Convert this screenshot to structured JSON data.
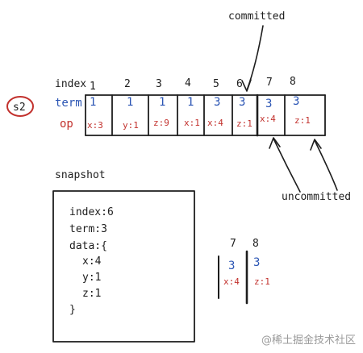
{
  "log": {
    "node_label": "s2",
    "row_labels": {
      "index": "index",
      "term": "term",
      "op": "op"
    },
    "entries": [
      {
        "index": "1",
        "term": "1",
        "op": "x:3"
      },
      {
        "index": "2",
        "term": "1",
        "op": "y:1"
      },
      {
        "index": "3",
        "term": "1",
        "op": "z:9"
      },
      {
        "index": "4",
        "term": "1",
        "op": "x:1"
      },
      {
        "index": "5",
        "term": "3",
        "op": "x:4"
      },
      {
        "index": "6",
        "term": "3",
        "op": "z:1"
      },
      {
        "index": "7",
        "term": "3",
        "op": "x:4"
      },
      {
        "index": "8",
        "term": "3",
        "op": "z:1"
      }
    ]
  },
  "annotations": {
    "committed": "committed",
    "uncommitted": "uncommitted"
  },
  "snapshot": {
    "title": "snapshot",
    "lines": [
      "index:6",
      "term:3",
      "data:{",
      "x:4",
      "y:1",
      "z:1",
      "}"
    ]
  },
  "remaining_log": {
    "entries": [
      {
        "index": "7",
        "term": "3",
        "op": "x:4"
      },
      {
        "index": "8",
        "term": "3",
        "op": "z:1"
      }
    ]
  },
  "watermark": "@稀土掘金技术社区",
  "colors": {
    "ink": "#1d1d1d",
    "term": "#2b55b4",
    "op": "#c2312d",
    "node_circle": "#c2312d",
    "watermark": "#9a9a9a"
  }
}
